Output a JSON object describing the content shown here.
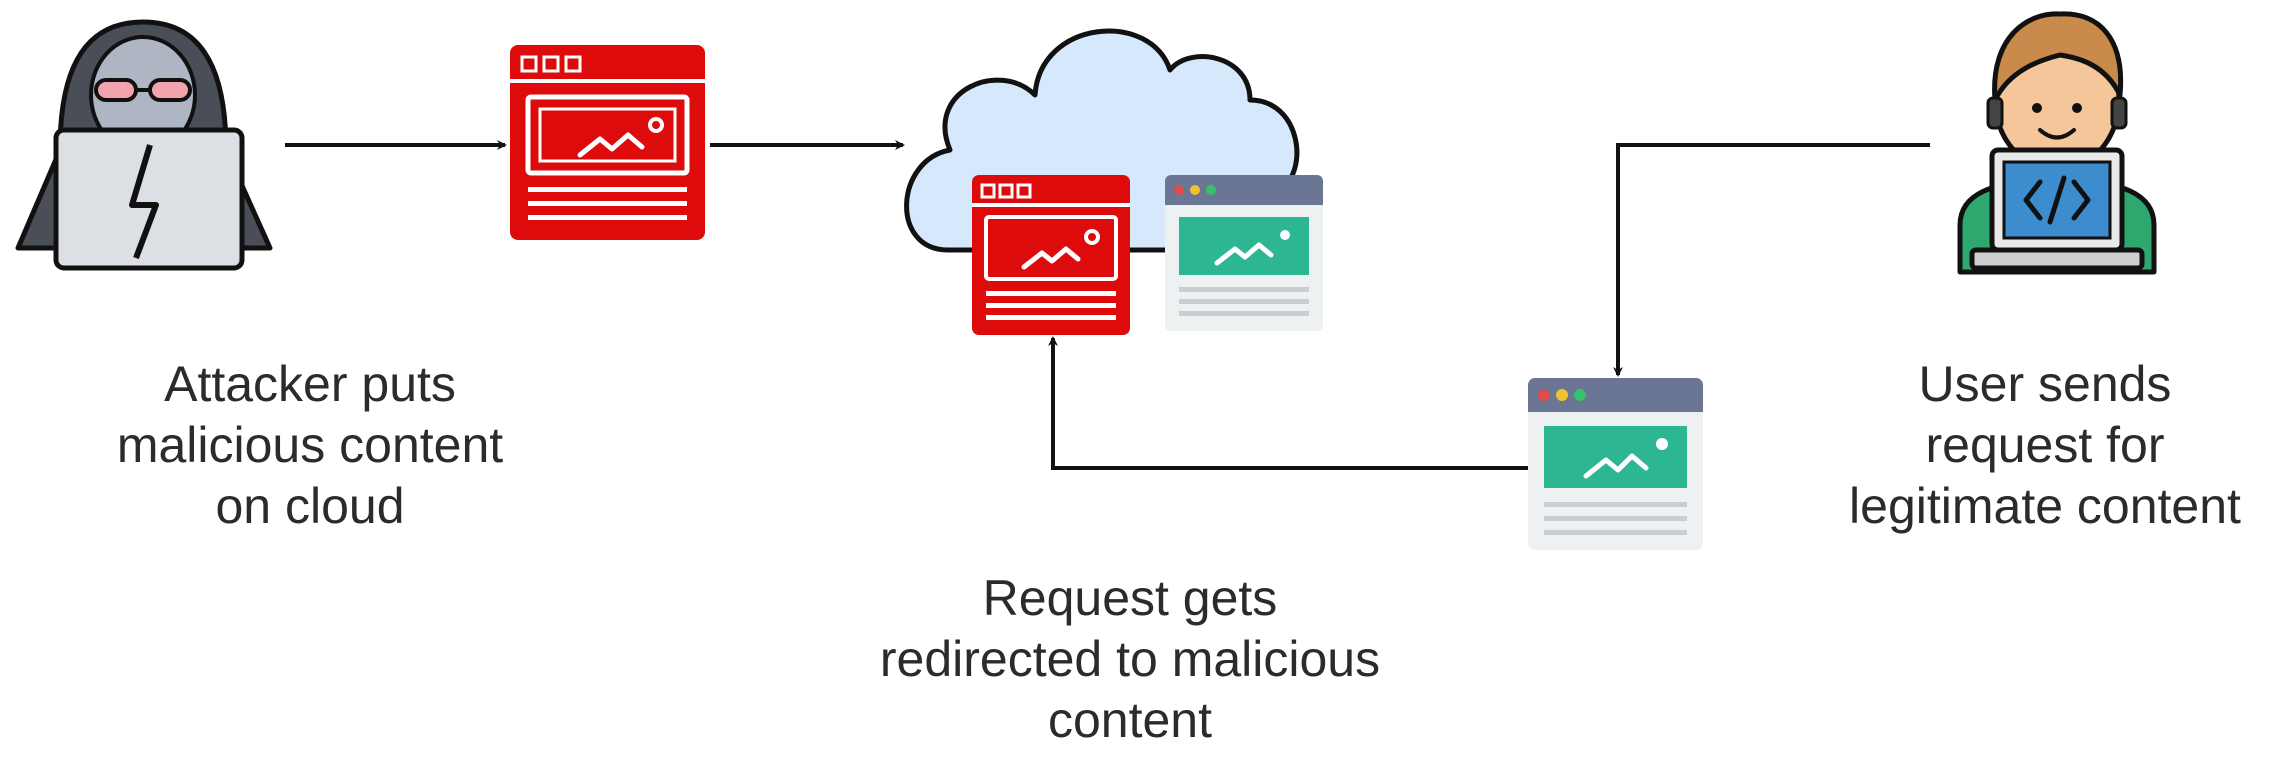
{
  "colors": {
    "malicious_red": "#dd0b0b",
    "legit_green": "#2cb792",
    "browser_bar": "#6b7594",
    "cloud_fill": "#d6e8fb",
    "line": "#111111",
    "hood": "#4a4e57",
    "laptop": "#dcdfe3",
    "user_hair": "#c98a4b",
    "user_shirt": "#2fa870",
    "user_screen": "#3d8ccd"
  },
  "icons": {
    "attacker": "hooded-hacker-laptop-icon",
    "malicious_page": "red-browser-window-icon",
    "cloud": "cloud-icon",
    "legit_page": "green-browser-window-icon",
    "user": "developer-user-laptop-icon"
  },
  "labels": {
    "attacker": [
      "Attacker puts",
      "malicious content",
      "on cloud"
    ],
    "user": [
      "User sends",
      "request for",
      "legitimate content"
    ],
    "redirect": [
      "Request gets",
      "redirected to malicious",
      "content"
    ]
  }
}
